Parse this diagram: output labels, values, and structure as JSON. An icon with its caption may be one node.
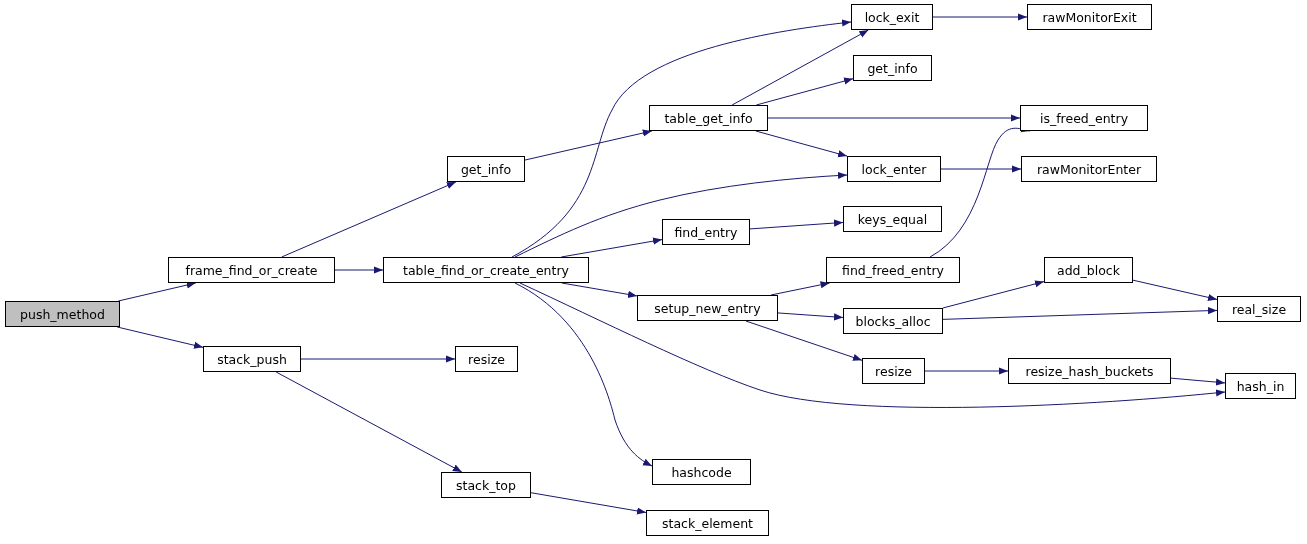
{
  "diagram": {
    "nodes": [
      {
        "text": [
          "push_method"
        ]
      },
      {
        "text": [
          "frame_find_or_create"
        ]
      },
      {
        "text": [
          "stack_push"
        ]
      },
      {
        "text": [
          "get_info"
        ]
      },
      {
        "text": [
          "table_find_or_create_entry"
        ]
      },
      {
        "text": [
          "resize"
        ]
      },
      {
        "text": [
          "stack_top"
        ]
      },
      {
        "text": [
          "table_get_info"
        ]
      },
      {
        "text": [
          "find_entry"
        ]
      },
      {
        "text": [
          "setup_new_entry"
        ]
      },
      {
        "text": [
          "hashcode"
        ]
      },
      {
        "text": [
          "stack_element"
        ]
      },
      {
        "text": [
          "lock_exit"
        ]
      },
      {
        "text": [
          "get_info"
        ]
      },
      {
        "text": [
          "lock_enter"
        ]
      },
      {
        "text": [
          "keys_equal"
        ]
      },
      {
        "text": [
          "find_freed_entry"
        ]
      },
      {
        "text": [
          "blocks_alloc"
        ]
      },
      {
        "text": [
          "resize"
        ]
      },
      {
        "text": [
          "rawMonitorExit"
        ]
      },
      {
        "text": [
          "is_freed_entry"
        ]
      },
      {
        "text": [
          "rawMonitorEnter"
        ]
      },
      {
        "text": [
          "add_block"
        ]
      },
      {
        "text": [
          "resize_hash_buckets"
        ]
      },
      {
        "text": [
          "real_size"
        ]
      },
      {
        "text": [
          "hash_in"
        ]
      }
    ],
    "edges": [
      {
        "from": 0,
        "to": 1,
        "arrow": "to"
      },
      {
        "from": 0,
        "to": 2,
        "arrow": "to"
      },
      {
        "from": 1,
        "to": 3,
        "arrow": "to"
      },
      {
        "from": 1,
        "to": 4,
        "arrow": "to"
      },
      {
        "from": 2,
        "to": 5,
        "arrow": "to"
      },
      {
        "from": 2,
        "to": 6,
        "arrow": "to"
      },
      {
        "from": 3,
        "to": 7,
        "arrow": "to"
      },
      {
        "from": 4,
        "to": 12,
        "arrow": "to"
      },
      {
        "from": 4,
        "to": 14,
        "arrow": "to"
      },
      {
        "from": 4,
        "to": 8,
        "arrow": "to"
      },
      {
        "from": 4,
        "to": 9,
        "arrow": "to"
      },
      {
        "from": 4,
        "to": 10,
        "arrow": "to"
      },
      {
        "from": 4,
        "to": 25,
        "arrow": "to"
      },
      {
        "from": 6,
        "to": 11,
        "arrow": "to"
      },
      {
        "from": 7,
        "to": 12,
        "arrow": "to"
      },
      {
        "from": 7,
        "to": 13,
        "arrow": "to"
      },
      {
        "from": 7,
        "to": 20,
        "arrow": "to"
      },
      {
        "from": 7,
        "to": 14,
        "arrow": "to"
      },
      {
        "from": 8,
        "to": 15,
        "arrow": "to"
      },
      {
        "from": 9,
        "to": 16,
        "arrow": "to"
      },
      {
        "from": 9,
        "to": 17,
        "arrow": "to"
      },
      {
        "from": 9,
        "to": 18,
        "arrow": "to"
      },
      {
        "from": 12,
        "to": 19,
        "arrow": "to"
      },
      {
        "from": 14,
        "to": 21,
        "arrow": "to"
      },
      {
        "from": 16,
        "to": 20,
        "arrow": "to"
      },
      {
        "from": 17,
        "to": 22,
        "arrow": "to"
      },
      {
        "from": 17,
        "to": 24,
        "arrow": "to"
      },
      {
        "from": 22,
        "to": 24,
        "arrow": "to"
      },
      {
        "from": 18,
        "to": 23,
        "arrow": "to"
      },
      {
        "from": 23,
        "to": 25,
        "arrow": "to"
      }
    ]
  }
}
